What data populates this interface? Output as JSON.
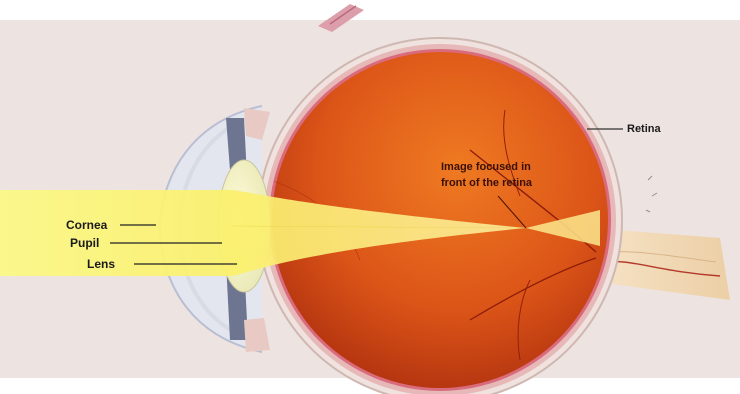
{
  "figure": {
    "labels": {
      "cornea": "Cornea",
      "pupil": "Pupil",
      "lens": "Lens",
      "retina": "Retina"
    },
    "annotation": {
      "line1": "Image focused in",
      "line2": "front of the retina"
    },
    "colors": {
      "background": "#ede3e1",
      "eyeball_inner": "#e0621c",
      "eyeball_outer": "#c23a12",
      "sclera": "#e8d6d2",
      "light_beam": "#fbf56a",
      "optic_nerve": "#f1dbb8",
      "iris": "#6d7590",
      "label_text": "#1a1a1a"
    }
  }
}
